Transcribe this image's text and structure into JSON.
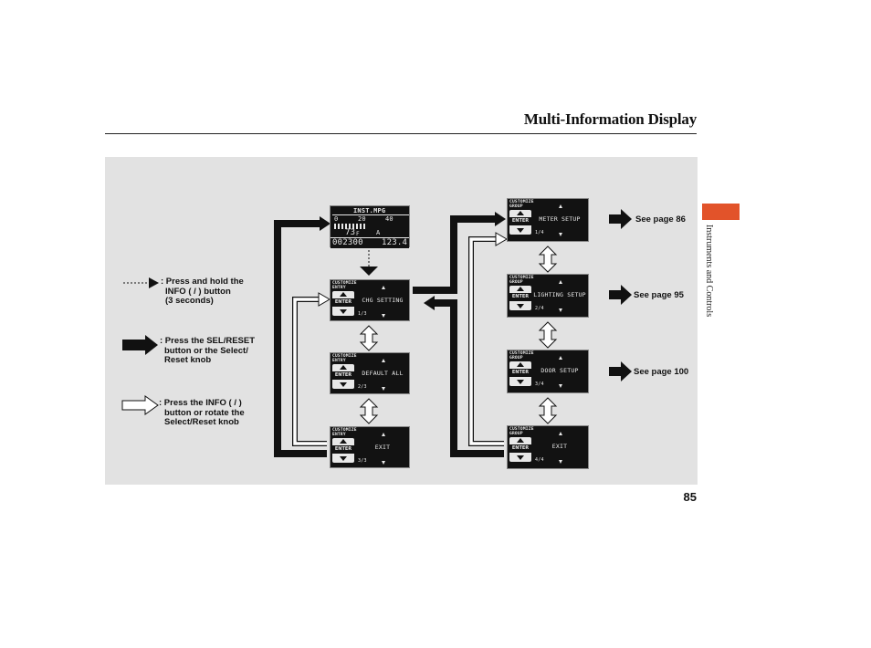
{
  "header": {
    "title": "Multi-Information Display"
  },
  "side_label": "Instruments and Controls",
  "page_number": "85",
  "legend": [
    {
      "icon": "dotted-arrow-icon",
      "lines": [
        ": Press and hold the",
        "INFO (    /    ) button",
        "(3 seconds)"
      ]
    },
    {
      "icon": "solid-arrow-icon",
      "lines": [
        ": Press the SEL/RESET",
        "button or the Select/",
        "Reset knob"
      ]
    },
    {
      "icon": "hollow-arrow-icon",
      "lines": [
        ": Press the INFO (    /    )",
        "button or rotate the",
        "Select/Reset knob"
      ]
    }
  ],
  "instrument_screen": {
    "title": "INST.MPG",
    "scale": [
      "0",
      "20",
      "40"
    ],
    "temp_value": "73",
    "temp_unit": "F",
    "trip": "A",
    "odometer": "002300",
    "trip_value": "123.4"
  },
  "entry_screens": [
    {
      "label": "CUSTOMIZE ENTRY",
      "enter": "ENTER",
      "text": "CHG SETTING",
      "num": "1",
      "den": "3"
    },
    {
      "label": "CUSTOMIZE ENTRY",
      "enter": "ENTER",
      "text": "DEFAULT ALL",
      "num": "2",
      "den": "3"
    },
    {
      "label": "CUSTOMIZE ENTRY",
      "enter": "ENTER",
      "text": "EXIT",
      "num": "3",
      "den": "3"
    }
  ],
  "group_screens": [
    {
      "label": "CUSTOMIZE GROUP",
      "enter": "ENTER",
      "text": "METER SETUP",
      "num": "1",
      "den": "4",
      "ref": "See page 86"
    },
    {
      "label": "CUSTOMIZE GROUP",
      "enter": "ENTER",
      "text": "LIGHTING SETUP",
      "num": "2",
      "den": "4",
      "ref": "See page 95"
    },
    {
      "label": "CUSTOMIZE GROUP",
      "enter": "ENTER",
      "text": "DOOR SETUP",
      "num": "3",
      "den": "4",
      "ref": "See page 100"
    },
    {
      "label": "CUSTOMIZE GROUP",
      "enter": "ENTER",
      "text": "EXIT",
      "num": "4",
      "den": "4",
      "ref": ""
    }
  ],
  "colors": {
    "panel": "#e2e2e2",
    "side_tab": "#e2532a",
    "screen": "#121212"
  }
}
